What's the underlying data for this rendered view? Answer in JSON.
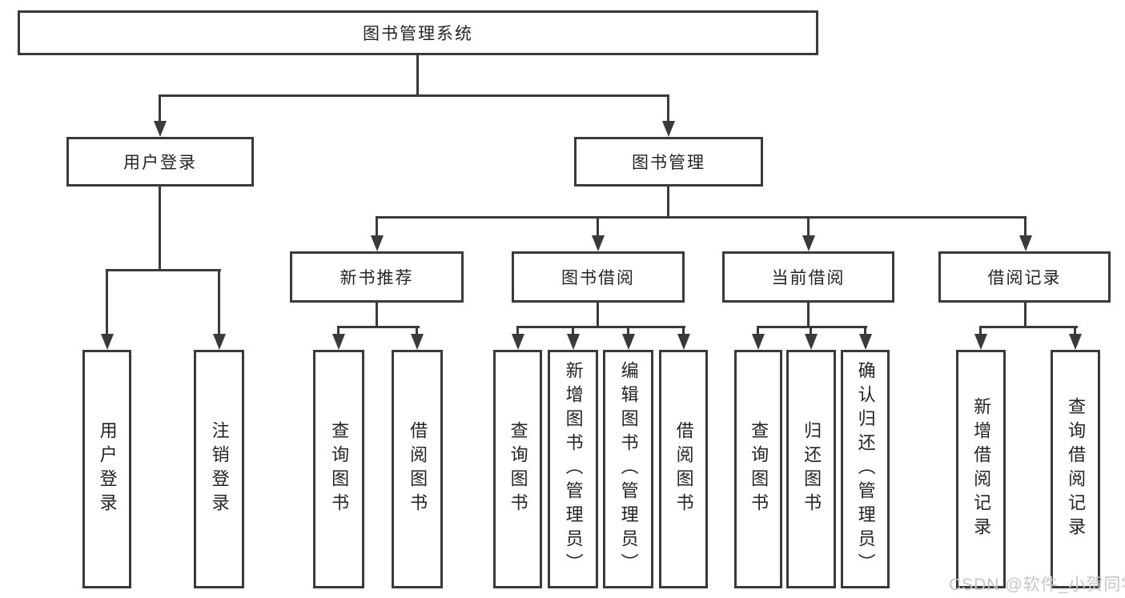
{
  "diagram": {
    "type": "hierarchy-tree",
    "tree": {
      "label": "图书管理系统",
      "children": [
        {
          "label": "用户登录",
          "children": [
            {
              "label": "用户登录"
            },
            {
              "label": "注销登录"
            }
          ]
        },
        {
          "label": "图书管理",
          "children": [
            {
              "label": "新书推荐",
              "children": [
                {
                  "label": "查询图书"
                },
                {
                  "label": "借阅图书"
                }
              ]
            },
            {
              "label": "图书借阅",
              "children": [
                {
                  "label": "查询图书"
                },
                {
                  "label": "新增图书（管理员）"
                },
                {
                  "label": "编辑图书（管理员）"
                },
                {
                  "label": "借阅图书"
                }
              ]
            },
            {
              "label": "当前借阅",
              "children": [
                {
                  "label": "查询图书"
                },
                {
                  "label": "归还图书"
                },
                {
                  "label": "确认归还（管理员）"
                }
              ]
            },
            {
              "label": "借阅记录",
              "children": [
                {
                  "label": "新增借阅记录"
                },
                {
                  "label": "查询借阅记录"
                }
              ]
            }
          ]
        }
      ]
    }
  },
  "watermark": {
    "text": "CSDN @软件_小贺同学",
    "color": "#c6c6c6"
  },
  "colors": {
    "line": "#3a3a3a",
    "text": "#242424",
    "background": "#ffffff"
  }
}
